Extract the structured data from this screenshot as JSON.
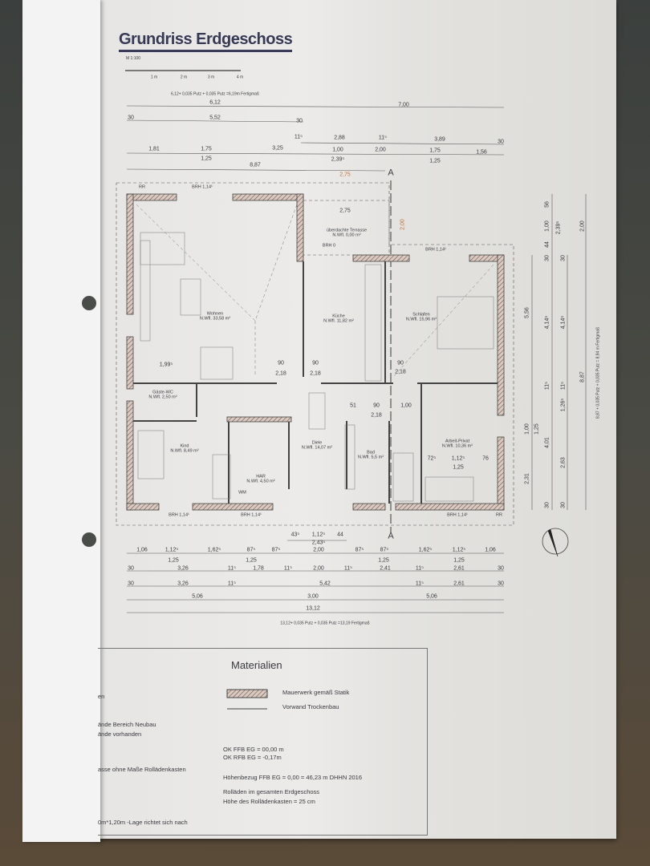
{
  "title": "Grundriss Erdgeschoss",
  "scale": "M 1:100",
  "scale_ticks": [
    "1 m",
    "2 m",
    "3 m",
    "4 m"
  ],
  "top_note": "6,12+ 0,035 Putz + 0,035 Putz =6,19m Fertigmaß",
  "bottom_note": "13,12+ 0,035 Putz + 0,035 Putz =13,19 Fertigmaß",
  "right_note": "8,87 + 0,035 Putz + 0,035 Putz = 8,94 m Fertigmaß",
  "section_marker": "A",
  "top_dims": {
    "row1": [
      "6,12",
      "7,00"
    ],
    "row2": [
      "30",
      "5,52",
      "30"
    ],
    "row3": [
      "11⁵",
      "2,88",
      "11⁵",
      "3,89",
      "30"
    ],
    "row4": [
      "1,81",
      "1,75",
      "3,25",
      "1,00",
      "2,00",
      "1,75",
      "1,56"
    ],
    "row4b": [
      "1,25",
      "2,39⁵",
      "1,25"
    ],
    "row5": [
      "8,87",
      "2,75"
    ]
  },
  "bottom_dims": {
    "row0": [
      "43⁵",
      "1,12⁵",
      "44"
    ],
    "row0b": "2,43⁵",
    "row1": [
      "1,06",
      "1,12⁵",
      "1,62⁵",
      "87⁵",
      "87⁵",
      "2,00",
      "87⁵",
      "87⁵",
      "1,62⁵",
      "1,12⁵",
      "1,06"
    ],
    "row1b": [
      "1,25",
      "1,25",
      "1,25",
      "1,25"
    ],
    "row2": [
      "30",
      "3,26",
      "11⁵",
      "1,78",
      "11⁵",
      "2,00",
      "11⁵",
      "2,41",
      "11⁵",
      "2,61",
      "30"
    ],
    "row3": [
      "30",
      "3,26",
      "11⁵",
      "5,42",
      "11⁵",
      "2,61",
      "30"
    ],
    "row4": [
      "5,06",
      "3,00",
      "5,06"
    ],
    "row5": "13,12"
  },
  "right_dims": {
    "col1": [
      "5,56",
      "1,00",
      "1,25",
      "2,31"
    ],
    "col2": [
      "56",
      "1,00",
      "44",
      "30",
      "4,14⁵",
      "11⁵",
      "4,01",
      "30"
    ],
    "col3": [
      "2,39⁵",
      "30",
      "4,14⁵",
      "11⁵",
      "1,26⁵",
      "2,63",
      "30"
    ],
    "col4": [
      "2,00",
      "8,87"
    ]
  },
  "rooms": [
    {
      "name": "Wohnen",
      "area": "N.Wfl. 33,58 m²"
    },
    {
      "name": "Küche",
      "area": "N.Wfl. 11,82 m²"
    },
    {
      "name": "Schlafen",
      "area": "N.Wfl. 15,96 m²"
    },
    {
      "name": "Diele",
      "area": "N.Wfl. 14,07 m²"
    },
    {
      "name": "Bad",
      "area": "N.Wfl. 5,5 m²"
    },
    {
      "name": "Arbeit-Privat",
      "area": "N.Wfl. 10,36 m²"
    },
    {
      "name": "Kind",
      "area": "N.Wfl. 8,49 m²"
    },
    {
      "name": "HAR",
      "area": "N.Wfl. 4,50 m²"
    },
    {
      "name": "Gäste-WC",
      "area": "N.Wfl. 2,50 m²"
    },
    {
      "name": "überdachte Terrasse",
      "area": "N.Wfl. 0,00 m²"
    }
  ],
  "plan_labels": [
    "BRH 1,14¹",
    "BRH 1,14¹",
    "BRH 1,14¹",
    "BRH 1,14¹",
    "BRH 1,14¹",
    "BRH 0",
    "RR",
    "RR",
    "2,00",
    "2,75",
    "1,99⁵",
    "90",
    "2,18",
    "90",
    "2,18",
    "90",
    "2,18",
    "51",
    "90",
    "2,18",
    "1,00",
    "72⁵",
    "1,12⁵",
    "76",
    "1,25",
    "WM"
  ],
  "legend": {
    "heading": "Materialien",
    "items": [
      "Mauerwerk gemäß Statik",
      "Vorwand Trockenbau"
    ],
    "ok_ffb": "OK FFB EG =   00,00 m",
    "ok_rfb": "OK RFB EG =  -0,17m",
    "hoehenbezug": "Höhenbezug   FFB EG = 0,00 = 46,23 m  DHHN 2016",
    "rollaeden1": "Rolläden im gesamten Erdgeschoss",
    "rollaeden2": "Höhe des Rollädenkasten = 25 cm"
  },
  "left_fragments": [
    "en",
    "ände Bereich Neubau",
    "ände vorhanden",
    "asse ohne Maße Rollädenkasten",
    "0m*1,20m -Lage richtet sich nach"
  ],
  "colors": {
    "ink": "#3a3a40",
    "paper": "#e9e8e6",
    "accent_dim": "#c07040"
  }
}
